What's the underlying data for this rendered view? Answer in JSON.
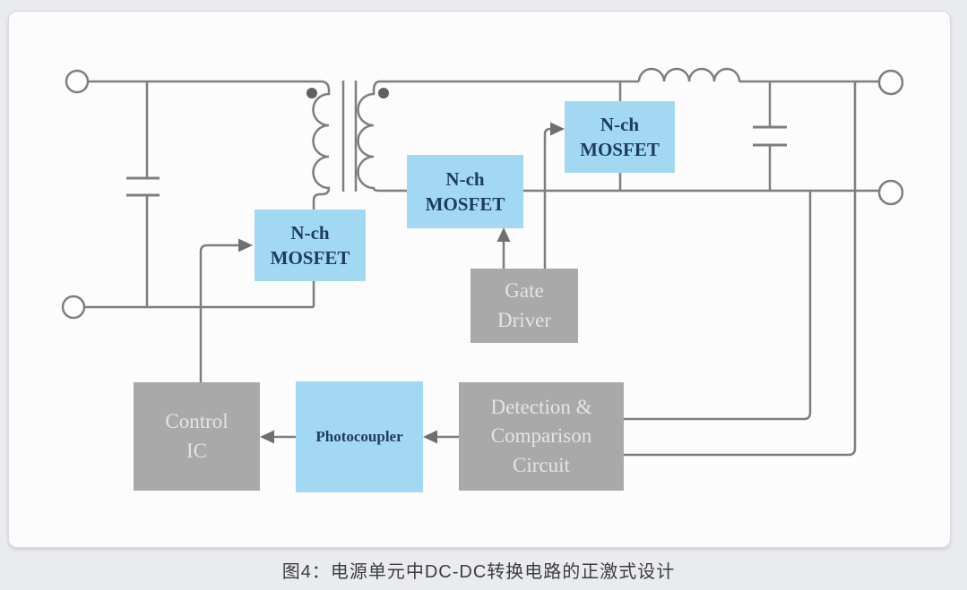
{
  "figure": {
    "caption": "图4：电源单元中DC-DC转换电路的正激式设计",
    "type": "forward-mode DC-DC converter block/circuit diagram"
  },
  "blocks": {
    "mosfet_primary": {
      "line1": "N-ch",
      "line2": "MOSFET"
    },
    "mosfet_secondary": {
      "line1": "N-ch",
      "line2": "MOSFET"
    },
    "mosfet_freewheel": {
      "line1": "N-ch",
      "line2": "MOSFET"
    },
    "gate_driver": {
      "line1": "Gate",
      "line2": "Driver"
    },
    "control_ic": {
      "line1": "Control",
      "line2": "IC"
    },
    "photocoupler": {
      "label": "Photocoupler"
    },
    "detection": {
      "line1": "Detection &",
      "line2": "Comparison",
      "line3": "Circuit"
    }
  },
  "components": {
    "input_terminals": 2,
    "output_terminals": 2,
    "input_capacitor": "parallel across input terminals",
    "transformer": "two windings with core bars, polarity dots on top ends",
    "output_inductor": "series coil on top output rail",
    "output_capacitor": "parallel across output rails",
    "feedback_lines": "two sense lines from output rails into Detection & Comparison Circuit"
  },
  "colors": {
    "page_background": "#e9ebee",
    "canvas_background": "#fcfcfd",
    "blue_block": "#a3d8f3",
    "gray_block": "#a9a9a9",
    "wire": "#7e7e7e",
    "navy_text": "#1d3c62",
    "light_text": "#e4e4e4",
    "polarity_dot": "#616161",
    "caption_text": "#3d3d3d"
  }
}
